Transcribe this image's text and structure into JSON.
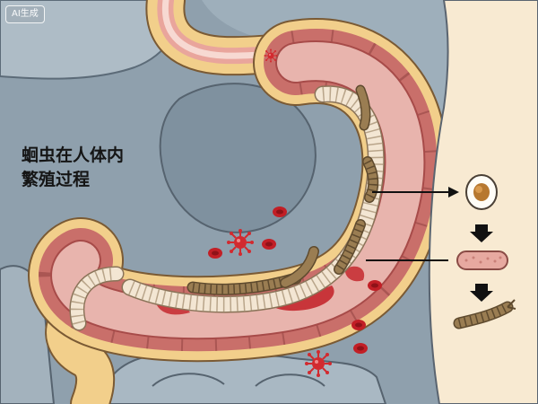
{
  "badge": "AI生成",
  "title": {
    "line1": "蛔虫在人体内",
    "line2": "繁殖过程"
  },
  "stages": [
    "egg",
    "larva",
    "adult-worm"
  ],
  "colors": {
    "background": "#8fa0ad",
    "intestine_outer": "#f2cf8b",
    "intestine_wall": "#c96f6a",
    "lumen": "#e8b4ad",
    "worm_pale": "#f3e6d3",
    "worm_brown": "#9a7d52",
    "blood": "#c21f26",
    "panel": "#f8ead2"
  }
}
